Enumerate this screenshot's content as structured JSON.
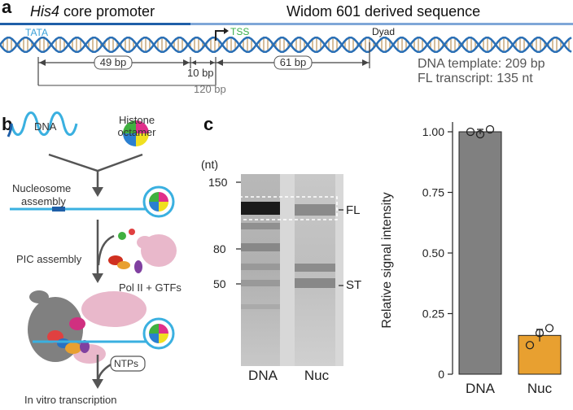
{
  "panel_a": {
    "letter": "a",
    "region_his4": "His4",
    "region_his4_suffix": " core promoter",
    "region_widom": "Widom 601 derived sequence",
    "tata": "TATA",
    "tss": "TSS",
    "dyad": "Dyad",
    "dist_49": "49 bp",
    "dist_10": "10 bp",
    "dist_61": "61 bp",
    "dist_120": "120 bp",
    "template_text": "DNA template: 209 bp",
    "transcript_text": "FL transcript: 135 nt",
    "colors": {
      "his4_bar": "#1f5fa8",
      "widom_bar": "#7fa7d8",
      "helix_tan": "#c9a97a",
      "helix_blue": "#2a6fb5",
      "tata": "#3aa0d8",
      "tss": "#3ab04a"
    }
  },
  "panel_b": {
    "letter": "b",
    "dna": "DNA",
    "histone": "Histone",
    "octamer": "octamer",
    "nucleosome": "Nucleosome",
    "assembly": "assembly",
    "pic_assembly": "PIC assembly",
    "pol2": "Pol II + GTFs",
    "ntps": "NTPs",
    "in_vitro": "In vitro transcription"
  },
  "panel_c": {
    "letter": "c",
    "gel": {
      "unit": "(nt)",
      "markers": [
        "150",
        "80",
        "50"
      ],
      "lanes": [
        "DNA",
        "Nuc"
      ],
      "band_fl": "FL",
      "band_st": "ST"
    },
    "chart_data": {
      "type": "bar",
      "categories": [
        "DNA",
        "Nuc"
      ],
      "values": [
        1.0,
        0.16
      ],
      "errors": [
        0.01,
        0.025
      ],
      "points": [
        [
          1.0,
          0.99,
          1.01
        ],
        [
          0.12,
          0.17,
          0.19
        ]
      ],
      "colors": [
        "#808080",
        "#e8a030"
      ],
      "ylabel": "Relative signal intensity",
      "xlabel": "",
      "ylim": [
        0,
        1.0
      ],
      "yticks": [
        "0",
        "0.25",
        "0.50",
        "0.75",
        "1.00"
      ]
    }
  }
}
